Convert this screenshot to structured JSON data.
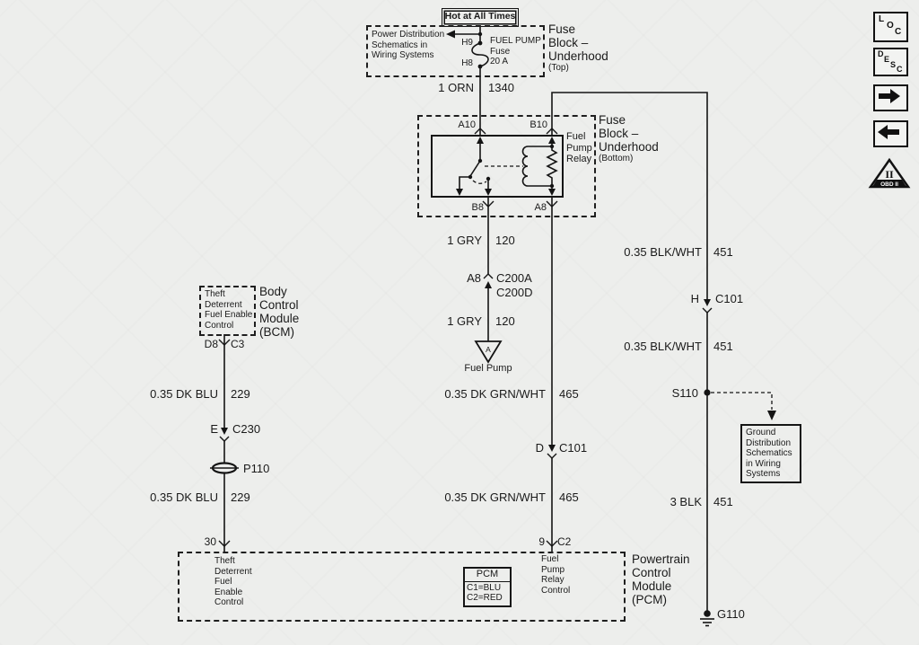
{
  "colors": {
    "background": "#edeeec",
    "ink": "#1a1a1a"
  },
  "top": {
    "hot_label": "Hot at All Times",
    "power_ref": "Power Distribution\nSchematics in\nWiring Systems",
    "pin_h9": "H9",
    "pin_h8": "H8",
    "fuse_name": "FUEL PUMP\nFuse\n20 A",
    "block_label": "Fuse\nBlock –\nUnderhood",
    "block_sub": "(Top)",
    "wire_orn": {
      "name": "1 ORN",
      "circuit": "1340"
    }
  },
  "relay": {
    "block_label": "Fuse\nBlock –\nUnderhood",
    "block_sub": "(Bottom)",
    "label": "Fuel\nPump\nRelay",
    "pin_a10": "A10",
    "pin_b10": "B10",
    "pin_b8": "B8",
    "pin_a8": "A8"
  },
  "pump_branch": {
    "wire1": {
      "name": "1 GRY",
      "circuit": "120"
    },
    "conn": {
      "pin": "A8",
      "top": "C200A",
      "bottom": "C200D"
    },
    "wire2": {
      "name": "1 GRY",
      "circuit": "120"
    },
    "pump_letter": "A",
    "pump_label": "Fuel Pump"
  },
  "ground_branch": {
    "wire1": {
      "name": "0.35 BLK/WHT",
      "circuit": "451"
    },
    "conn": {
      "pin": "H",
      "name": "C101"
    },
    "wire2": {
      "name": "0.35 BLK/WHT",
      "circuit": "451"
    },
    "splice": "S110",
    "ref_text": "Ground\nDistribution\nSchematics\nin Wiring\nSystems",
    "wire3": {
      "name": "3 BLK",
      "circuit": "451"
    },
    "ground": "G110"
  },
  "bcm": {
    "box_text": "Theft\nDeterrent\nFuel Enable\nControl",
    "label": "Body\nControl\nModule\n(BCM)",
    "pin": "D8",
    "pin_conn": "C3",
    "wire1": {
      "name": "0.35 DK BLU",
      "circuit": "229"
    },
    "conn": {
      "pin": "E",
      "name": "C230"
    },
    "splice": "P110",
    "wire2": {
      "name": "0.35 DK BLU",
      "circuit": "229"
    },
    "pcm_pin": "30"
  },
  "control_branch": {
    "wire1": {
      "name": "0.35 DK GRN/WHT",
      "circuit": "465"
    },
    "conn": {
      "pin": "D",
      "name": "C101"
    },
    "wire2": {
      "name": "0.35 DK GRN/WHT",
      "circuit": "465"
    },
    "pcm_pin": "9",
    "pcm_conn": "C2"
  },
  "pcm": {
    "left_text": "Theft\nDeterrent\nFuel\nEnable\nControl",
    "right_text": "Fuel\nPump\nRelay\nControl",
    "key_title": "PCM",
    "key_rows": [
      "C1=BLU",
      "C2=RED"
    ],
    "label": "Powertrain\nControl\nModule\n(PCM)"
  },
  "nav": {
    "loc": [
      "L",
      "O",
      "C"
    ],
    "desc": [
      "D",
      "E",
      "S",
      "C"
    ],
    "obd_numeral": "II",
    "obd_label": "OBD II"
  }
}
